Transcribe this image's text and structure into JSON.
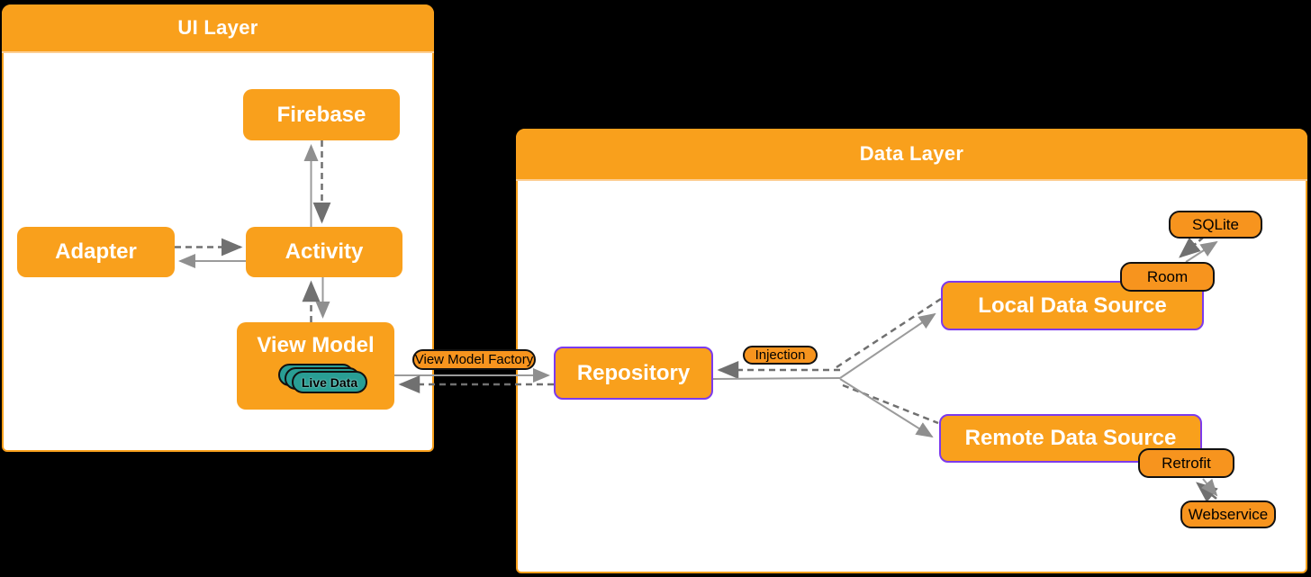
{
  "ui_layer": {
    "title": "UI Layer",
    "nodes": {
      "firebase": "Firebase",
      "adapter": "Adapter",
      "activity": "Activity",
      "view_model": "View Model",
      "live_data": "Live Data"
    }
  },
  "data_layer": {
    "title": "Data Layer",
    "nodes": {
      "repository": "Repository",
      "local_data_source": "Local Data Source",
      "remote_data_source": "Remote Data Source",
      "room": "Room",
      "sqlite": "SQLite",
      "retrofit": "Retrofit",
      "webservice": "Webservice"
    }
  },
  "edge_labels": {
    "view_model_factory": "View Model Factory",
    "injection": "Injection"
  },
  "colors": {
    "background": "#000000",
    "box_orange": "#F9A01C",
    "pill_orange": "#F7941E",
    "purple_border": "#7C3AED",
    "teal": "#299E94",
    "solid_line": "#9B9B9B",
    "dashed_line": "#707070",
    "box_text": "#FFFFFF",
    "pill_text": "#000000"
  }
}
